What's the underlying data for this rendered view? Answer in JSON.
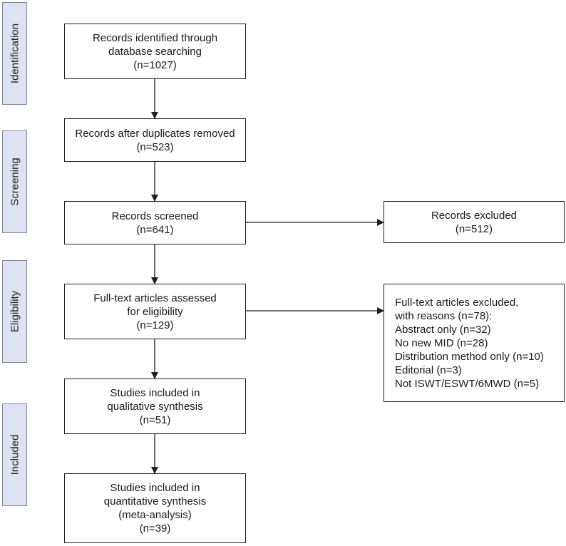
{
  "phases": {
    "identification": "Identification",
    "screening": "Screening",
    "eligibility": "Eligibility",
    "included": "Included"
  },
  "boxes": {
    "identified": [
      "Records identified through",
      "database searching",
      "(n=1027)"
    ],
    "duplicates_removed": [
      "Records after duplicates removed",
      "(n=523)"
    ],
    "screened": [
      "Records screened",
      "(n=641)"
    ],
    "excluded": [
      "Records excluded",
      "(n=512)"
    ],
    "full_text_assessed": [
      "Full-text articles assessed",
      "for eligibility",
      "(n=129)"
    ],
    "full_text_excluded": [
      "Full-text articles excluded,",
      "with reasons (n=78):",
      "Abstract only (n=32)",
      "No new MID (n=28)",
      "Distribution method only (n=10)",
      "Editorial (n=3)",
      "Not ISWT/ESWT/6MWD (n=5)"
    ],
    "qualitative": [
      "Studies included in",
      "qualitative synthesis",
      "(n=51)"
    ],
    "quantitative": [
      "Studies included in",
      "quantitative synthesis",
      "(meta-analysis)",
      "(n=39)"
    ]
  },
  "colors": {
    "phase_fill": "#dde3f2",
    "phase_border": "#7f8797",
    "line": "#1f1f1f"
  }
}
